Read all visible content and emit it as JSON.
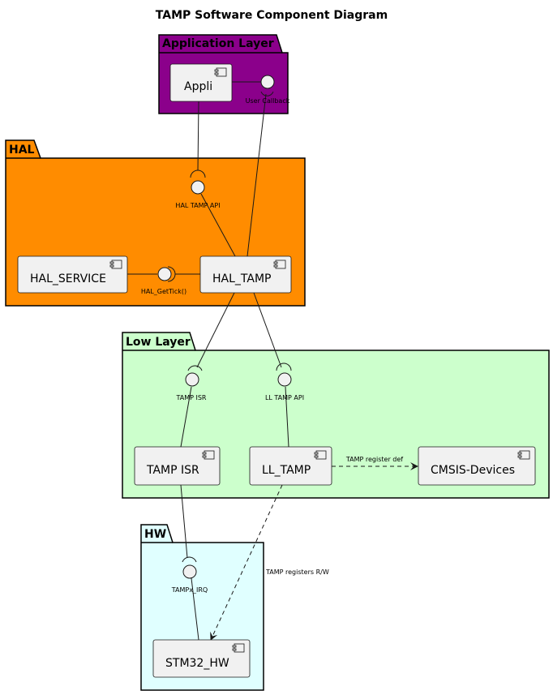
{
  "title": "TAMP Software Component Diagram",
  "packages": {
    "app": {
      "label": "Application Layer",
      "color": "#8B008B"
    },
    "hal": {
      "label": "HAL",
      "color": "#FF8C00"
    },
    "low": {
      "label": "Low Layer",
      "color": "#CCFFCC"
    },
    "hw": {
      "label": "HW",
      "color": "#E0FFFF"
    }
  },
  "components": {
    "appli": "Appli",
    "hal_service": "HAL_SERVICE",
    "hal_tamp": "HAL_TAMP",
    "tamp_isr": "TAMP ISR",
    "ll_tamp": "LL_TAMP",
    "cmsis": "CMSIS-Devices",
    "stm32_hw": "STM32_HW"
  },
  "interfaces": {
    "user_callback": "User Callback",
    "hal_tamp_api": "HAL TAMP API",
    "hal_gettick": "HAL_GetTick()",
    "tamp_isr": "TAMP ISR",
    "ll_tamp_api": "LL TAMP API",
    "tampx_irq": "TAMPx_IRQ"
  },
  "edges": {
    "tamp_register_def": "TAMP register def",
    "tamp_registers_rw": "TAMP registers R/W"
  }
}
